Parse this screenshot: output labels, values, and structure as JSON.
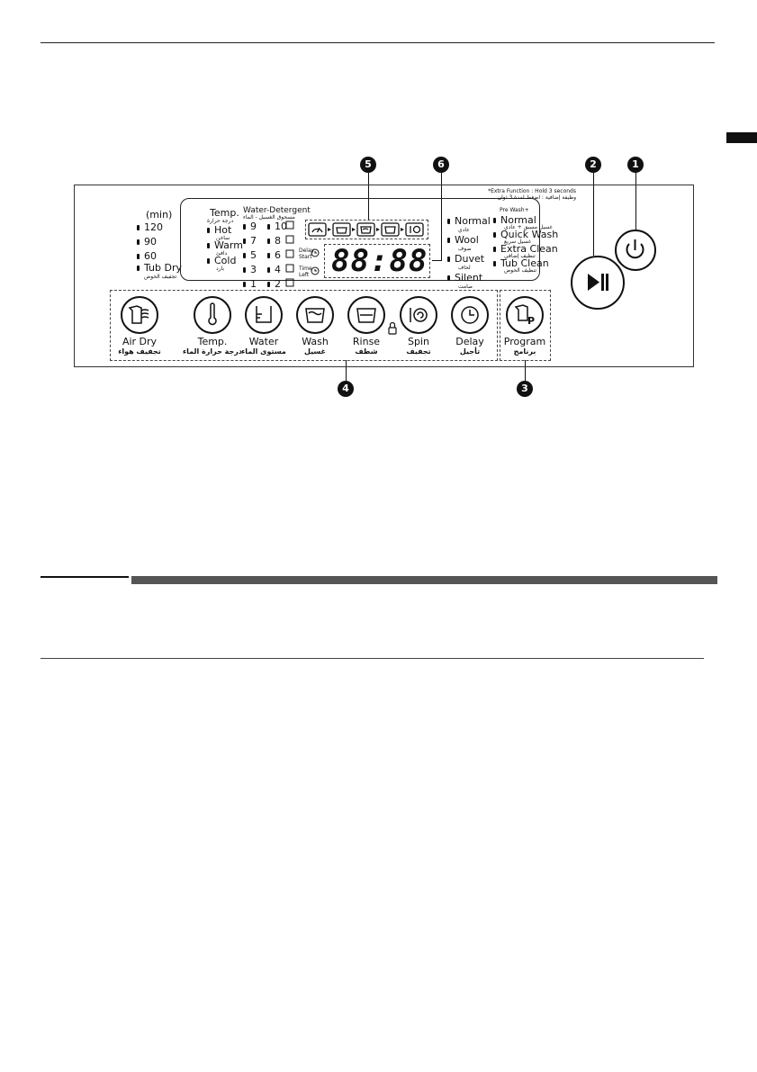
{
  "callouts": [
    "5",
    "6",
    "2",
    "1",
    "4",
    "3"
  ],
  "panel": {
    "extra_function": "*Extra Function : Hold 3 seconds",
    "extra_function_ar": "وظيفة إضافية : اضغط لمدة 3 ثوان",
    "min_label": "(min)",
    "times": [
      "120",
      "90",
      "60"
    ],
    "tub_dry": "Tub Dry",
    "tub_dry_ar": "تجفيف الحوض",
    "temp_title": "Temp.",
    "temp_title_ar": "درجة حرارة",
    "temps": [
      {
        "en": "Hot",
        "ar": "ساخن"
      },
      {
        "en": "Warm",
        "ar": "دافئ"
      },
      {
        "en": "Cold",
        "ar": "بارد"
      }
    ],
    "water_title": "Water-Detergent",
    "water_title_ar": "مسحوق الغسيل - الماء",
    "water_levels_left": [
      "9",
      "7",
      "5",
      "3",
      "1"
    ],
    "water_levels_right": [
      "10",
      "8",
      "6",
      "4",
      "2"
    ],
    "display_digits": "88:88",
    "delay_start": "Delay Start",
    "time_left": "Time Left",
    "options": [
      {
        "en": "Normal",
        "ar": "عادي"
      },
      {
        "en": "Wool",
        "ar": "صوف"
      },
      {
        "en": "Duvet",
        "ar": "لحاف"
      },
      {
        "en": "Silent",
        "ar": "صامت"
      }
    ],
    "prewash_label": "Pre Wash+",
    "programs": [
      {
        "en": "Normal",
        "ar": "غسيل مسبق + عادي"
      },
      {
        "en": "Quick Wash",
        "ar": "غسيل سريع"
      },
      {
        "en": "Extra Clean",
        "ar": "تنظيف إضافي"
      },
      {
        "en": "Tub Clean",
        "ar": "تنظيف الحوض"
      }
    ]
  },
  "buttons": [
    {
      "en": "Air Dry",
      "ar": "تجفيف هواء"
    },
    {
      "en": "Temp.",
      "ar": "درجة حرارة الماء"
    },
    {
      "en": "Water",
      "ar": "مستوى الماء"
    },
    {
      "en": "Wash",
      "ar": "غسيل"
    },
    {
      "en": "Rinse",
      "ar": "شطف"
    },
    {
      "en": "Spin",
      "ar": "تجفيف"
    },
    {
      "en": "Delay",
      "ar": "تأجيل"
    },
    {
      "en": "Program",
      "ar": "برنامج"
    }
  ]
}
